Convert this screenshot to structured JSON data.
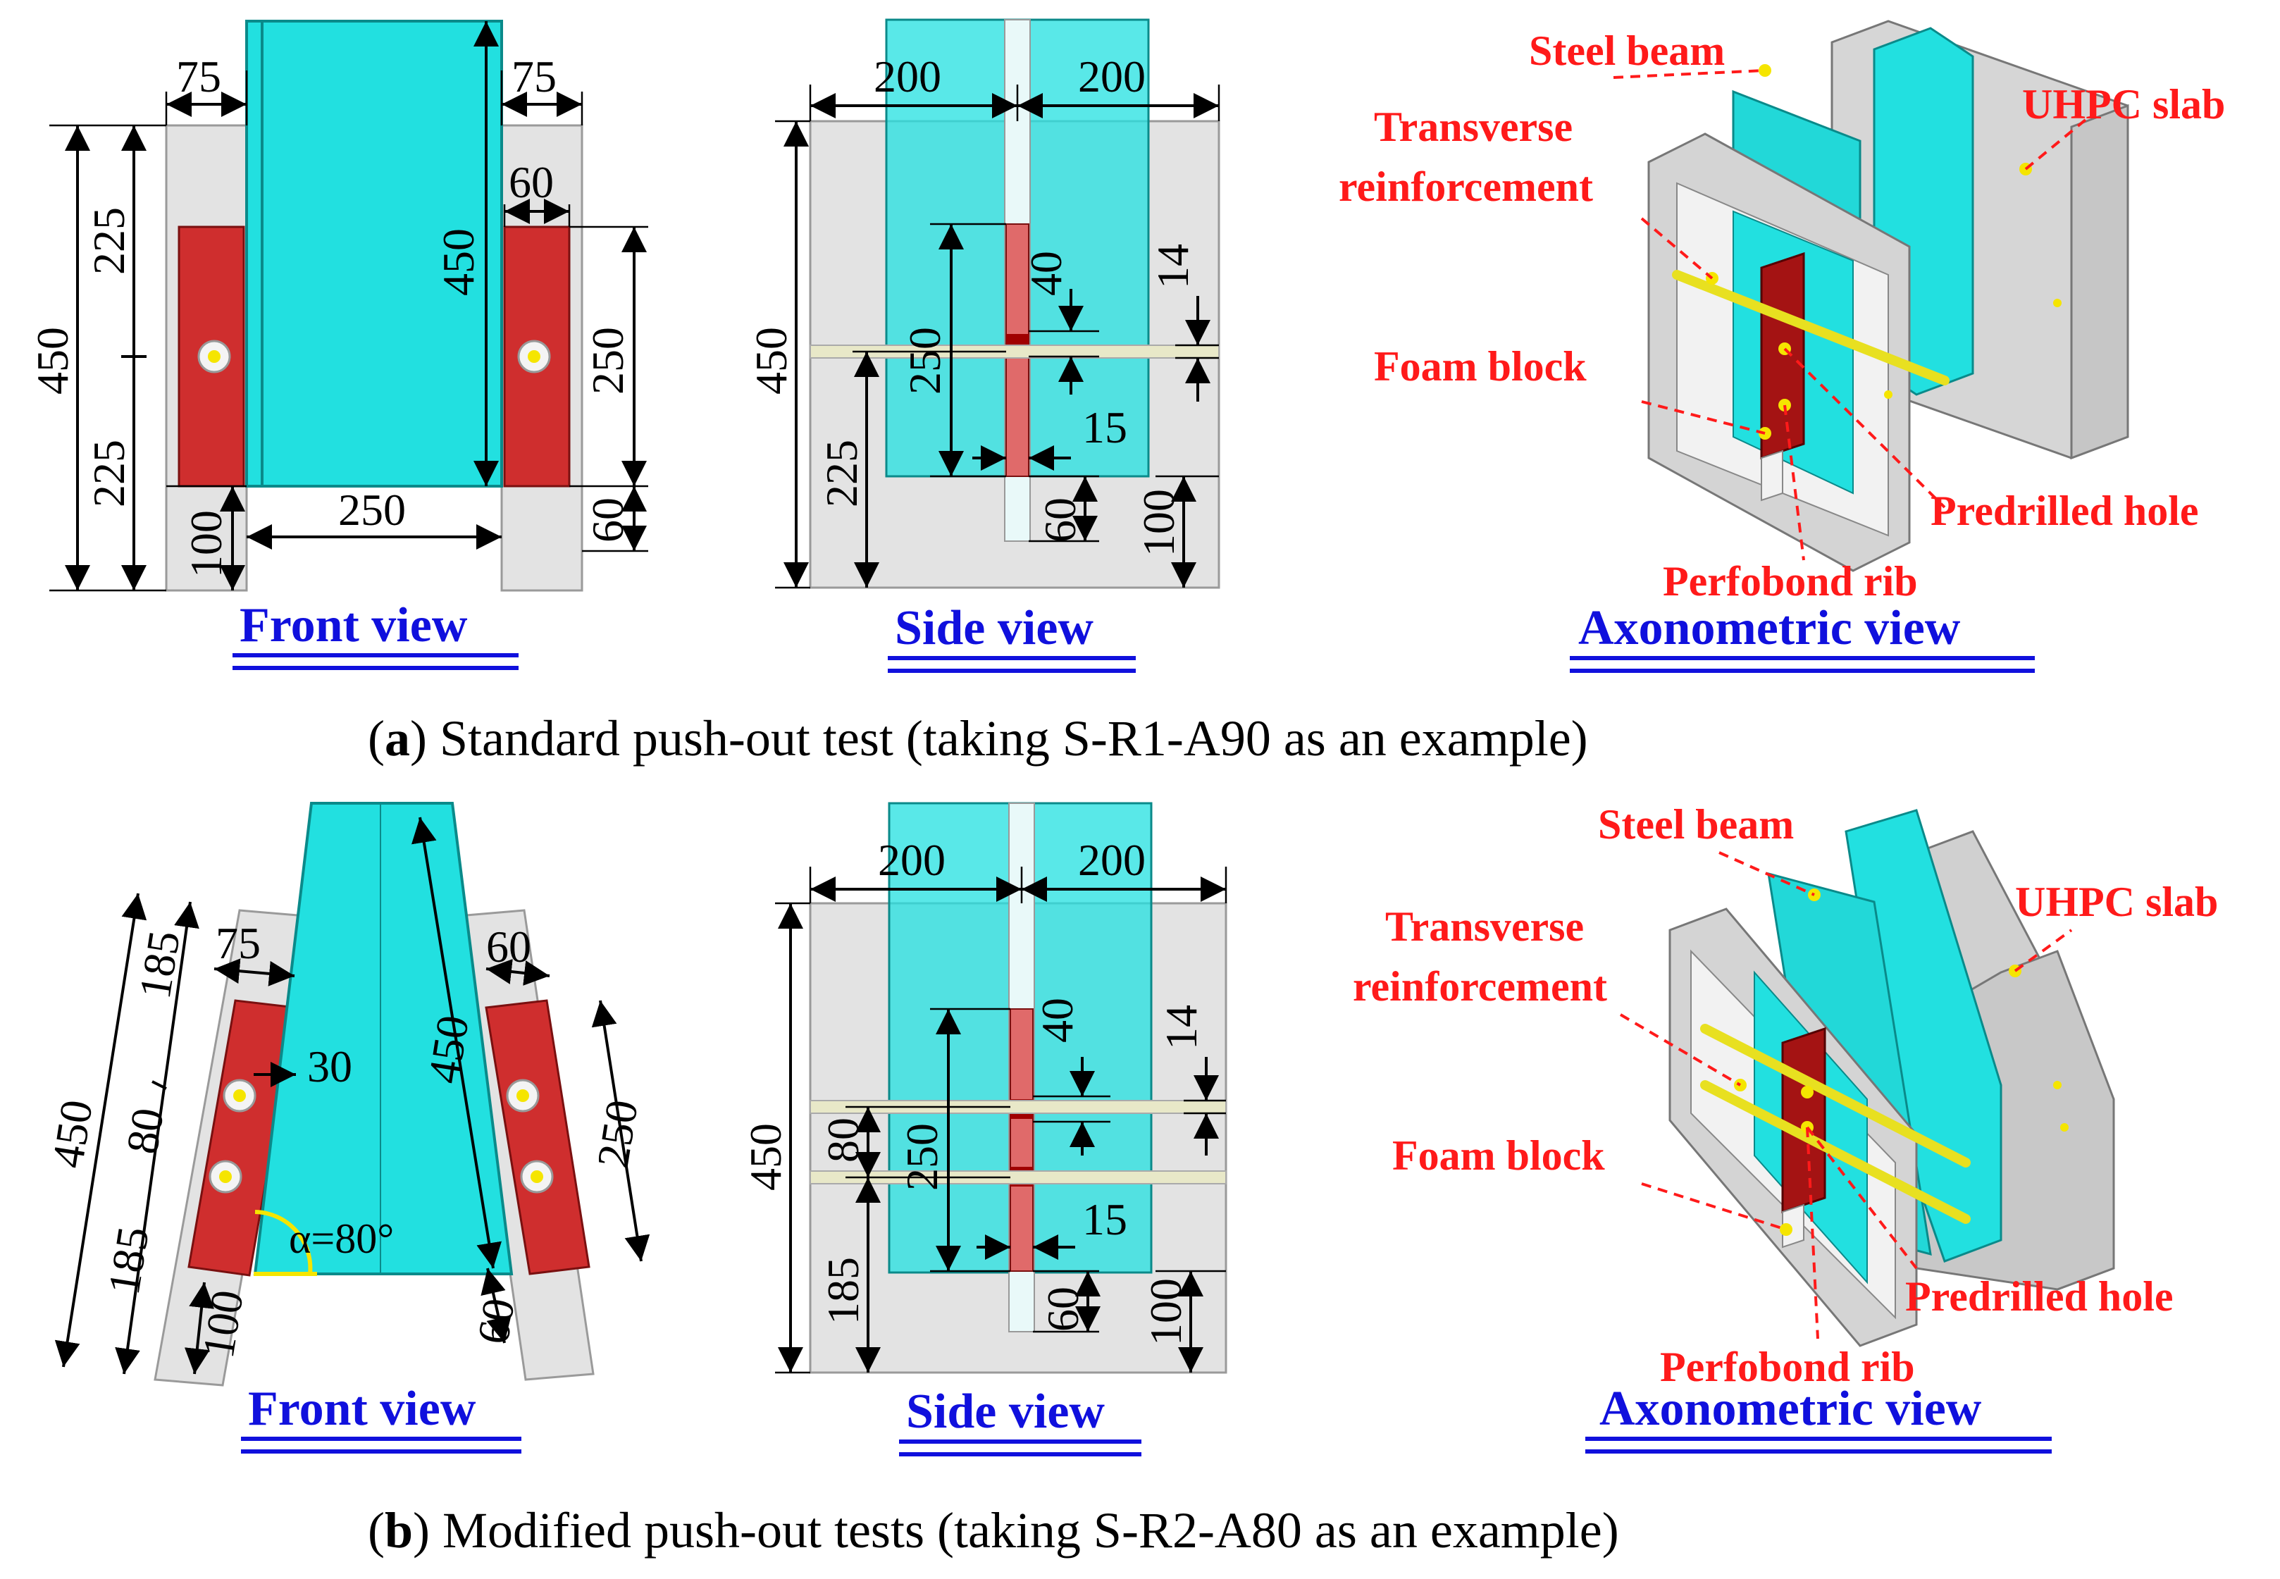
{
  "panel_a": {
    "front": {
      "view_label": "Front view",
      "dims": {
        "flange_left": "75",
        "flange_right": "75",
        "height_total": "450",
        "upper_half": "225",
        "lower_half": "225",
        "beam_height": "450",
        "rib_width": "60",
        "rib_height": "250",
        "beam_width": "250",
        "bottom_gap": "100",
        "rib_bottom": "60"
      }
    },
    "side": {
      "view_label": "Side view",
      "dims": {
        "half_left": "200",
        "half_right": "200",
        "height_total": "450",
        "rib_height": "250",
        "hole_spacing": "40",
        "rebar_dia": "14",
        "rib_thick": "15",
        "hole_height": "225",
        "rib_bottom": "60",
        "bottom_gap": "100"
      }
    },
    "axo": {
      "view_label": "Axonometric view",
      "labels": {
        "steel_beam": "Steel beam",
        "uhpc_slab": "UHPC slab",
        "transverse_1": "Transverse",
        "transverse_2": "reinforcement",
        "foam_block": "Foam block",
        "predrilled_hole": "Predrilled hole",
        "perfobond_rib": "Perfobond rib"
      }
    },
    "caption": {
      "letter": "a",
      "text": ") Standard push-out test (taking S-R1-A90 as an example)",
      "open": "("
    }
  },
  "panel_b": {
    "front": {
      "view_label": "Front view",
      "dims": {
        "upper": "185",
        "height_total": "450",
        "spacing": "80",
        "lower": "185",
        "flange": "75",
        "offset": "30",
        "beam_height": "450",
        "rib_width": "60",
        "rib_height": "250",
        "bottom_gap": "100",
        "rib_bottom": "60",
        "angle": "α=80°"
      }
    },
    "side": {
      "view_label": "Side view",
      "dims": {
        "half_left": "200",
        "half_right": "200",
        "height_total": "450",
        "rib_height": "250",
        "hole_spacing": "40",
        "rebar_dia": "14",
        "rib_thick": "15",
        "spacing": "80",
        "lower": "185",
        "rib_bottom": "60",
        "bottom_gap": "100"
      }
    },
    "axo": {
      "view_label": "Axonometric view",
      "labels": {
        "steel_beam": "Steel beam",
        "uhpc_slab": "UHPC slab",
        "transverse_1": "Transverse",
        "transverse_2": "reinforcement",
        "foam_block": "Foam block",
        "predrilled_hole": "Predrilled hole",
        "perfobond_rib": "Perfobond rib"
      }
    },
    "caption": {
      "letter": "b",
      "text": ") Modified push-out tests (taking S-R2-A80 as an example)",
      "open": "("
    }
  },
  "colors": {
    "beam": "#22e0e0",
    "rib": "#cf2e2e",
    "slab": "#e3e3e3",
    "label_red": "#ff1a1a",
    "view_blue": "#1010dd",
    "rebar": "#e8e020",
    "hole": "#f5e500"
  }
}
